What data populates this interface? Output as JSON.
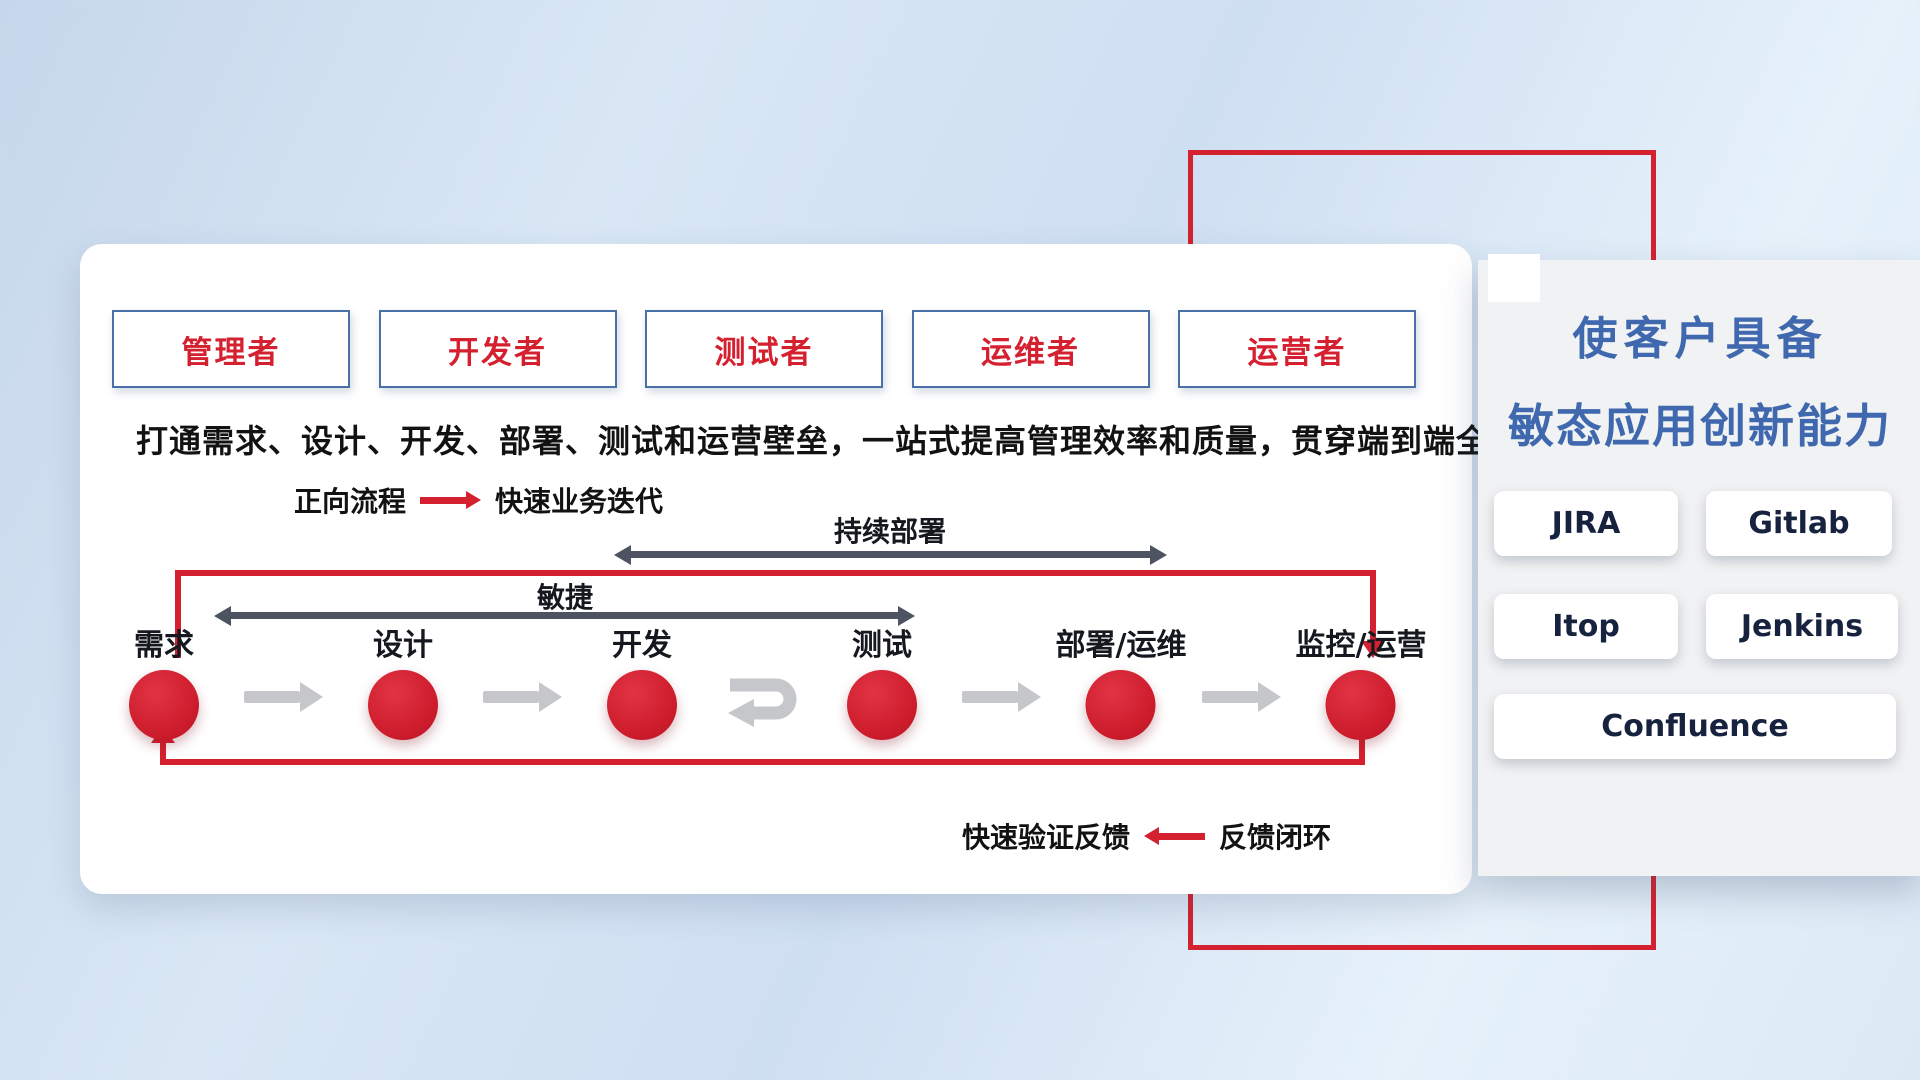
{
  "card": {
    "roles": [
      "管理者",
      "开发者",
      "测试者",
      "运维者",
      "运营者"
    ],
    "subtitle": "打通需求、设计、开发、部署、测试和运营壁垒，一站式提高管理效率和质量，贯穿端到端全流程",
    "legend_forward": {
      "label": "正向流程",
      "value": "快速业务迭代"
    },
    "legend_feedback": {
      "label": "快速验证反馈",
      "value": "反馈闭环"
    },
    "span_cd": "持续部署",
    "span_agile": "敏捷",
    "stages": [
      "需求",
      "设计",
      "开发",
      "测试",
      "部署/运维",
      "监控/运营"
    ]
  },
  "right_panel": {
    "title_line1": "使客户具备",
    "title_line2": "敏态应用创新能力",
    "tools": [
      "JIRA",
      "Gitlab",
      "Itop",
      "Jenkins",
      "Confluence"
    ]
  },
  "colors": {
    "accent_red": "#d5202f",
    "role_border_blue": "#4a70a8",
    "panel_title_blue": "#3f68ae",
    "span_arrow_dark": "#4d5360",
    "flow_arrow_gray": "#c5c7ca"
  }
}
